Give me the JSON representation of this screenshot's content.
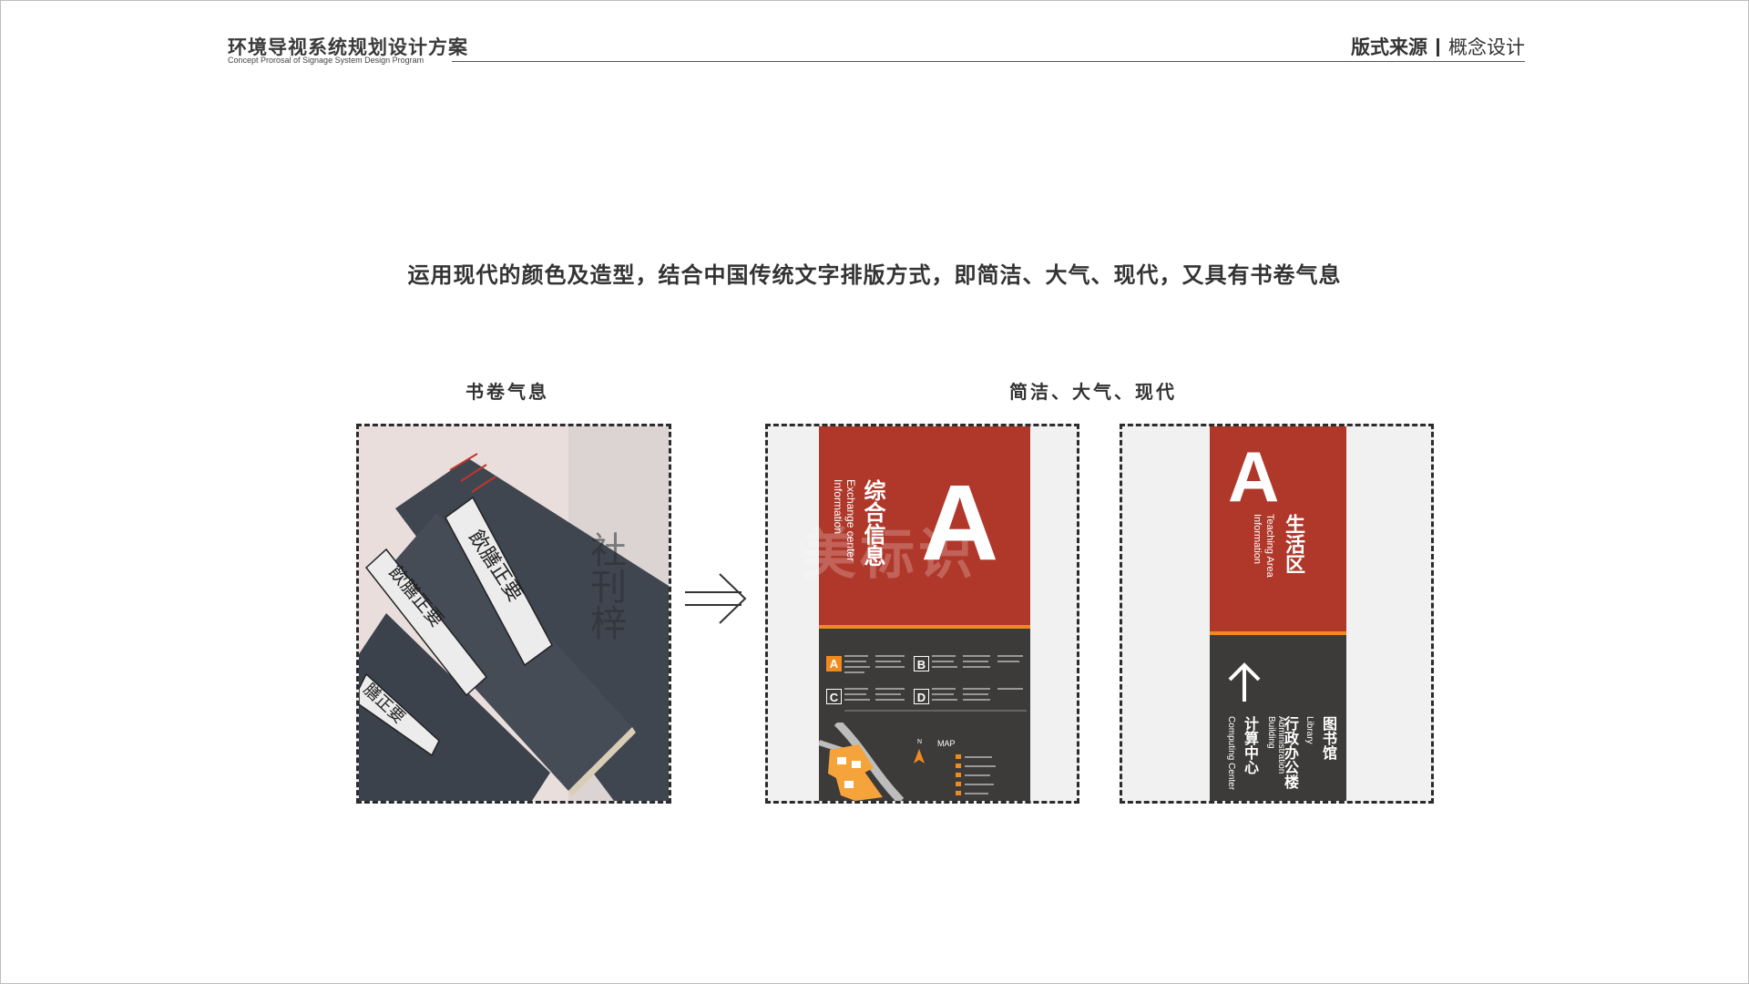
{
  "header": {
    "title": "环境导视系统规划设计方案",
    "subtitle": "Concept Prorosal of Signage System Design Program",
    "right_primary": "版式来源",
    "right_secondary": "概念设计"
  },
  "headline": "运用现代的颜色及造型，结合中国传统文字排版方式，即简洁、大气、现代，又具有书卷气息",
  "left_panel": {
    "label": "书卷气息"
  },
  "right_panel": {
    "label": "简洁、大气、现代"
  },
  "book_titles": [
    "飲膳正要",
    "飲膳正要",
    "膳正要"
  ],
  "book_bg_chars": "社刊梓",
  "sign1": {
    "letter": "A",
    "title_cn": "综合信息",
    "title_en_1": "Exchange center",
    "title_en_2": "Information",
    "badges": [
      "A",
      "B",
      "C",
      "D"
    ],
    "map_label": "MAP",
    "north": "N"
  },
  "sign2": {
    "letter": "A",
    "title_cn": "生活区",
    "title_en_1": "Teaching Area",
    "title_en_2": "Information",
    "items": [
      {
        "cn": "图书馆",
        "en": "Library"
      },
      {
        "cn": "行政办公楼",
        "en": "Administration Building"
      },
      {
        "cn": "计算中心",
        "en": "Computing Center"
      }
    ]
  },
  "watermark": "美标识",
  "colors": {
    "red": "#b0382b",
    "dark": "#3d3b3a",
    "orange": "#f18a1e",
    "book": "#3f4650"
  }
}
